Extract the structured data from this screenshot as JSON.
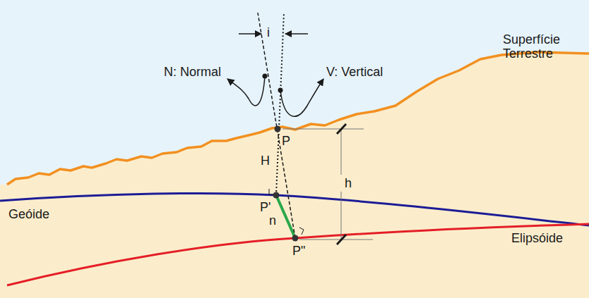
{
  "diagram": {
    "labels": [
      "i",
      "N: Normal",
      "V: Vertical",
      "Superfície Terrestre",
      "P",
      "H",
      "h",
      "P'",
      "n",
      "P\"",
      "Geóide",
      "Elipsóide"
    ]
  }
}
